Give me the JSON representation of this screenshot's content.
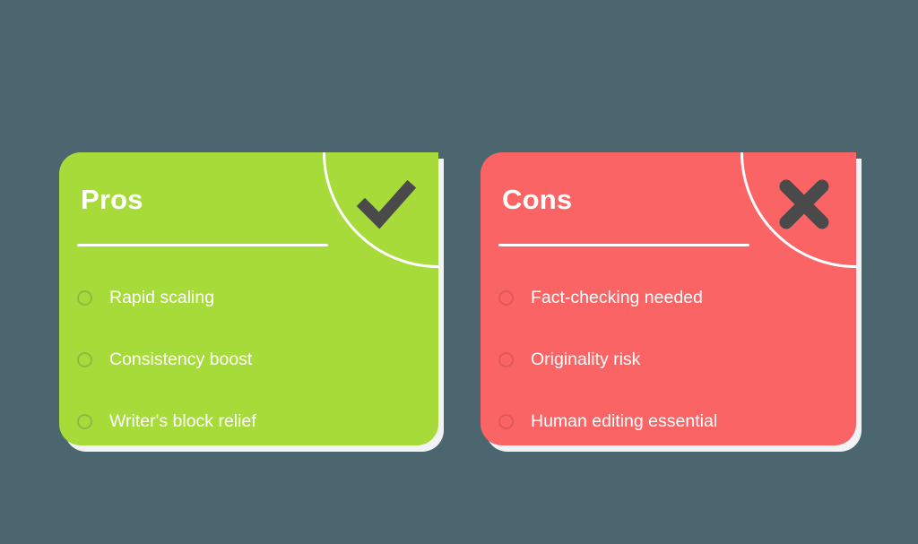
{
  "theme": {
    "background_color": "#4c6670",
    "icon_color": "#4a4a4a",
    "text_color": "#ffffff"
  },
  "cards": [
    {
      "id": "pros",
      "title": "Pros",
      "accent_color": "#a6db39",
      "bullet_color": "#8fb845",
      "icon": "check-icon",
      "items": [
        {
          "label": "Rapid scaling"
        },
        {
          "label": "Consistency boost"
        },
        {
          "label": "Writer's block relief"
        }
      ]
    },
    {
      "id": "cons",
      "title": "Cons",
      "accent_color": "#fa6464",
      "bullet_color": "#e0585c",
      "icon": "cross-icon",
      "items": [
        {
          "label": "Fact-checking needed"
        },
        {
          "label": "Originality risk"
        },
        {
          "label": "Human editing essential"
        }
      ]
    }
  ]
}
